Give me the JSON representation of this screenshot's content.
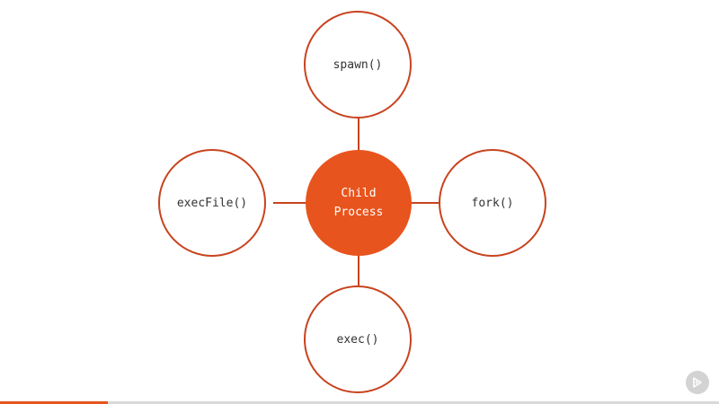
{
  "diagram": {
    "center": {
      "line1": "Child",
      "line2": "Process"
    },
    "nodes": {
      "top": "spawn()",
      "left": "execFile()",
      "right": "fork()",
      "bottom": "exec()"
    }
  },
  "player": {
    "progress_fraction": 0.15,
    "icon": "play-logo-icon"
  },
  "colors": {
    "accent": "#e8541d",
    "outline": "#c8431e",
    "progress_track": "#d9d9d9"
  }
}
